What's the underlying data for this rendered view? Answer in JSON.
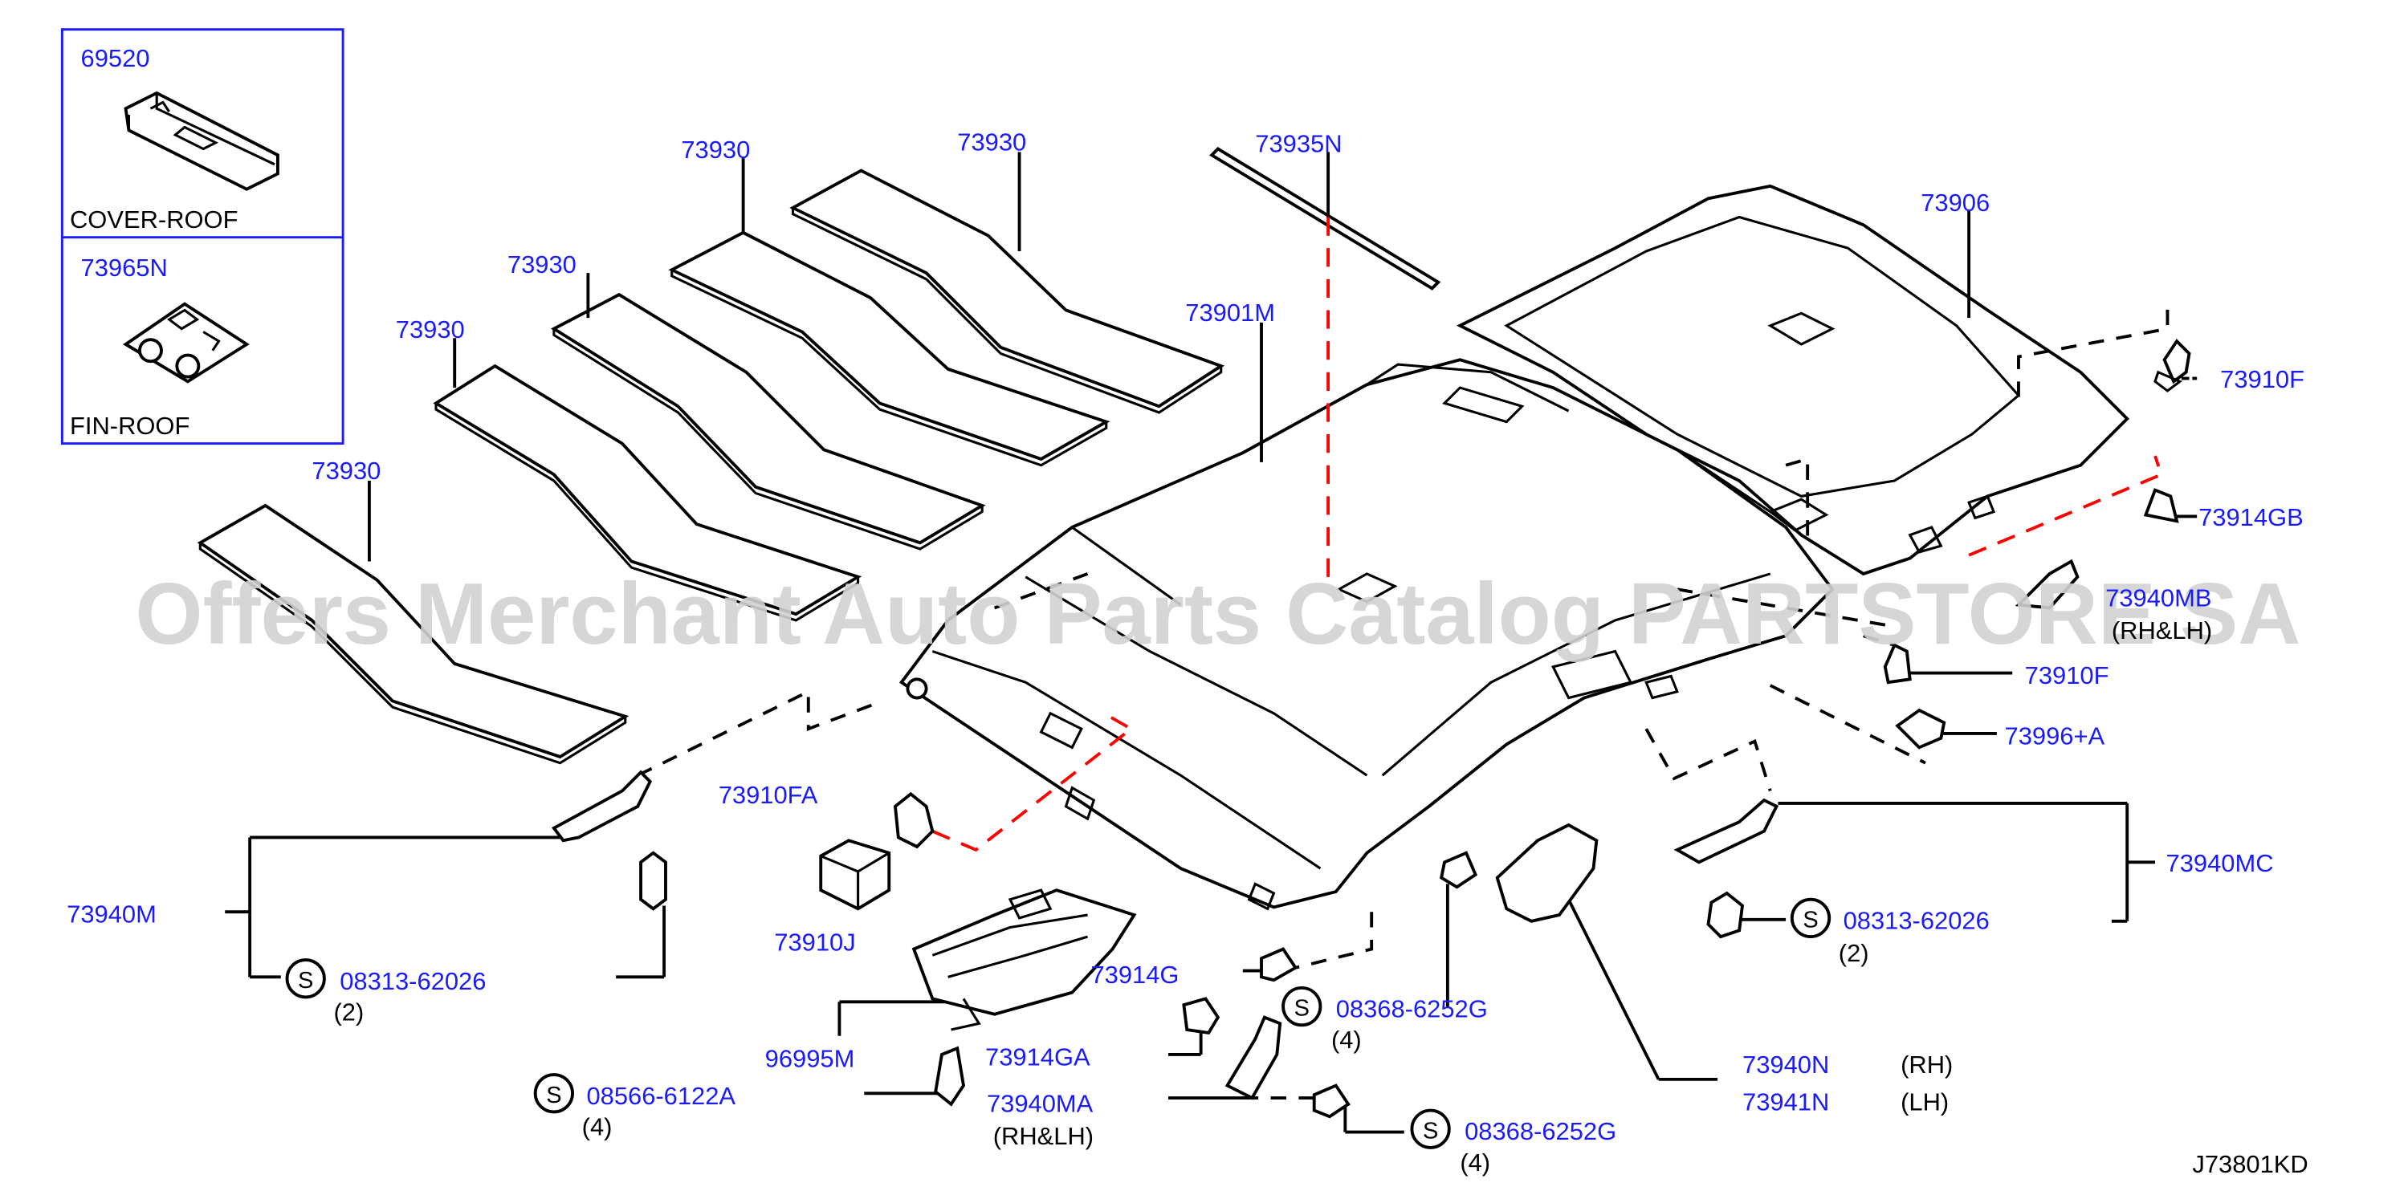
{
  "colors": {
    "part_number": "#1a1aff",
    "text": "#000000",
    "guide_red": "#ff0000",
    "watermark": "#d2d2d2"
  },
  "inset": {
    "cover_roof": {
      "part_number": "69520",
      "name": "COVER-ROOF"
    },
    "fin_roof": {
      "part_number": "73965N",
      "name": "FIN-ROOF"
    }
  },
  "labels": {
    "pad1": "73930",
    "pad2": "73930",
    "pad3": "73930",
    "pad4": "73930",
    "pad5": "73930",
    "strip": "73935N",
    "headlining": "73901M",
    "sunroof_lining": "73906",
    "clip_f_top": "73910F",
    "clip_gb": "73914GB",
    "holder_mb": "73940MB",
    "holder_mb_note": "(RH&LH)",
    "clip_f_mid": "73910F",
    "clip_996a": "73996+A",
    "clip_fa": "73910FA",
    "pad_j": "73910J",
    "grip_m": "73940M",
    "grip_mc": "73940MC",
    "clip_g": "73914G",
    "clip_ga": "73914GA",
    "console": "96995M",
    "grip_ma": "73940MA",
    "grip_ma_note": "(RH&LH)",
    "grip_n": "73940N",
    "grip_n_side": "(RH)",
    "grip_41n": "73941N",
    "grip_41n_side": "(LH)",
    "diagram_code": "J73801KD"
  },
  "screws": {
    "s_left": {
      "symbol": "S",
      "part_number": "08313-62026",
      "qty": "(2)"
    },
    "s_right": {
      "symbol": "S",
      "part_number": "08313-62026",
      "qty": "(2)"
    },
    "s_center": {
      "symbol": "S",
      "part_number": "08368-6252G",
      "qty": "(4)"
    },
    "s_console": {
      "symbol": "S",
      "part_number": "08566-6122A",
      "qty": "(4)"
    },
    "s_bottom": {
      "symbol": "S",
      "part_number": "08368-6252G",
      "qty": "(4)"
    }
  },
  "watermark": "Offers Merchant Auto Parts Catalog PARTSTORE SA"
}
